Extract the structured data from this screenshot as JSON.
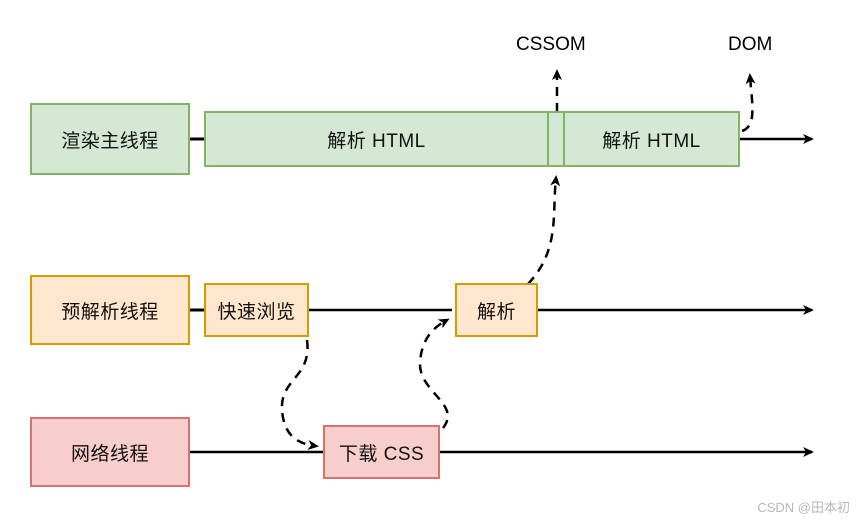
{
  "diagram": {
    "title": "browser-parsing-threads-timeline",
    "colors": {
      "green_fill": "#d5e8d4",
      "green_stroke": "#82b366",
      "orange_fill": "#ffe6cc",
      "orange_stroke": "#d79b00",
      "red_fill": "#f8cecc",
      "red_stroke": "#d9716f",
      "line": "#000000",
      "watermark": "#b8b8b8",
      "background": "#ffffff"
    },
    "rows": [
      {
        "id": "render-main-thread",
        "thread_label": "渲染主线程",
        "color": "green",
        "segments": [
          {
            "id": "parse-html-1",
            "label": "解析 HTML"
          },
          {
            "id": "blocked-gap",
            "label": ""
          },
          {
            "id": "parse-html-2",
            "label": "解析 HTML"
          }
        ]
      },
      {
        "id": "pre-parse-thread",
        "thread_label": "预解析线程",
        "color": "orange",
        "segments": [
          {
            "id": "fast-scan",
            "label": "快速浏览"
          },
          {
            "id": "parse",
            "label": "解析"
          }
        ]
      },
      {
        "id": "network-thread",
        "thread_label": "网络线程",
        "color": "red",
        "segments": [
          {
            "id": "download-css",
            "label": "下载 CSS"
          }
        ]
      }
    ],
    "output_labels": [
      {
        "id": "cssom-label",
        "text": "CSSOM"
      },
      {
        "id": "dom-label",
        "text": "DOM"
      }
    ],
    "watermark": "CSDN @田本初"
  }
}
